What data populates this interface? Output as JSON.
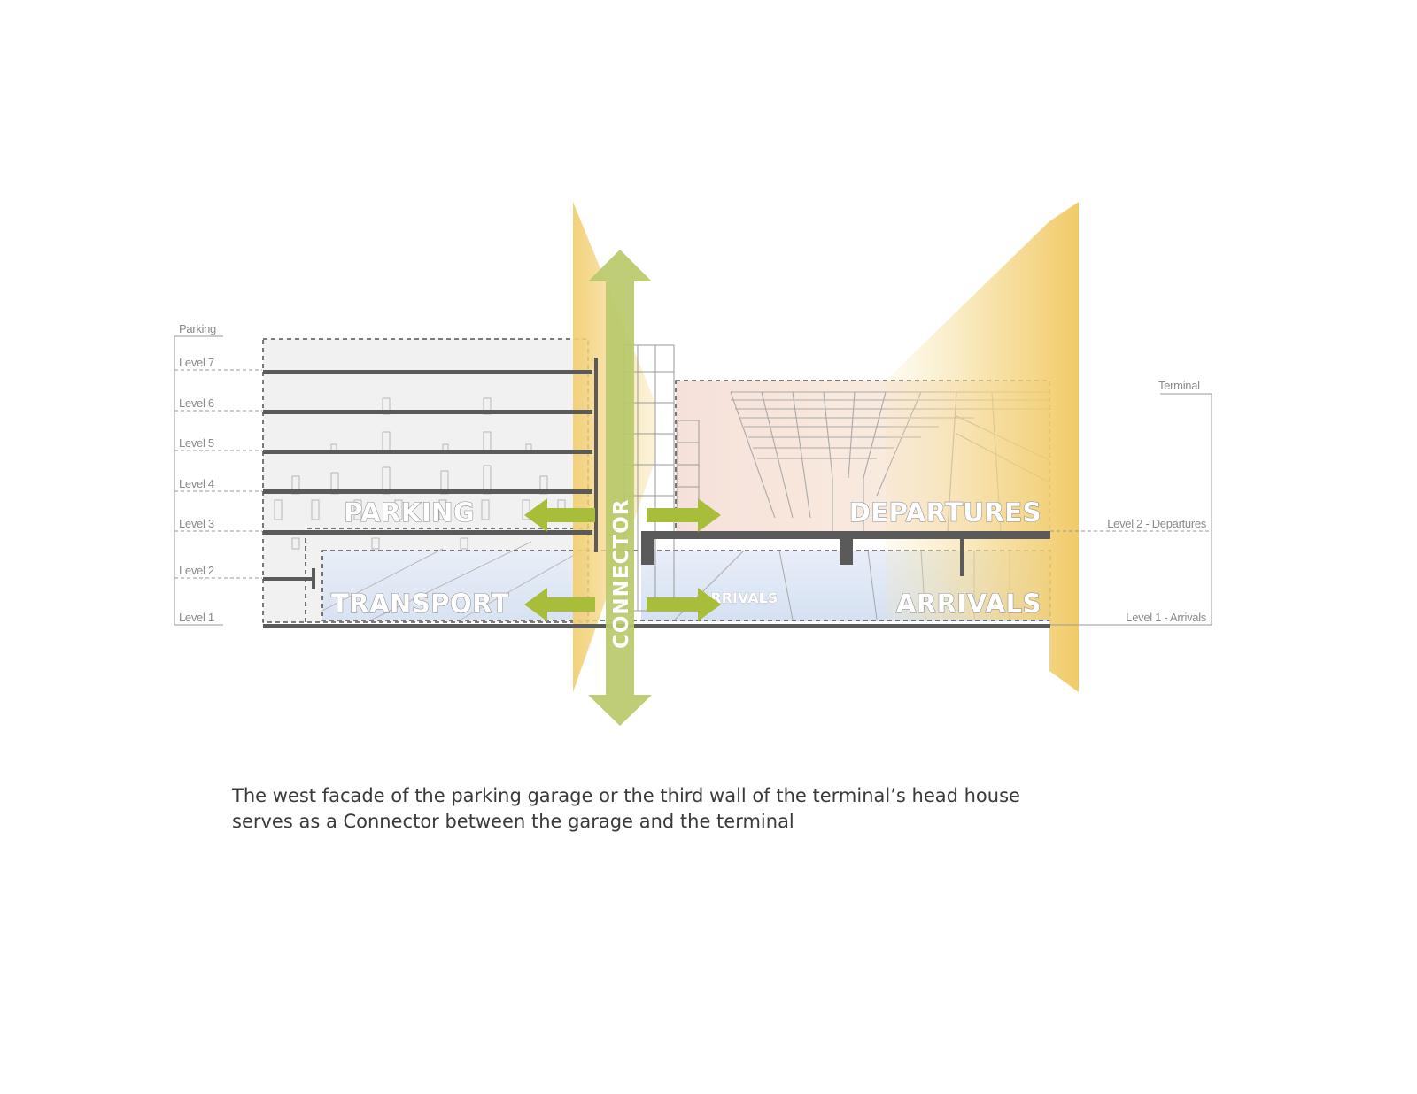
{
  "labels": {
    "parking_group": "Parking",
    "terminal_group": "Terminal",
    "levels": [
      "Level 7",
      "Level 6",
      "Level 5",
      "Level 4",
      "Level 3",
      "Level 2",
      "Level 1"
    ],
    "terminal_levels": [
      "Level 2 - Departures",
      "Level 1 - Arrivals"
    ]
  },
  "zones": {
    "parking": "PARKING",
    "transport": "TRANSPORT",
    "departures": "DEPARTURES",
    "arrivals": "ARRIVALS",
    "arrivals_faint": "ARRIVALS",
    "connector": "CONNECTOR"
  },
  "caption": {
    "line1": "The west facade of the parking garage or the third wall of the terminal’s head house",
    "line2": "serves as a Connector between the garage and the terminal"
  },
  "colors": {
    "light_cone": "#f2cf72",
    "arrow_green": "#a8bd3a",
    "connector_green": "#b9c96a",
    "slab": "#5a5a5a",
    "blue_hall": "#dfe8f5",
    "pink_hall": "#f7e4dc"
  }
}
